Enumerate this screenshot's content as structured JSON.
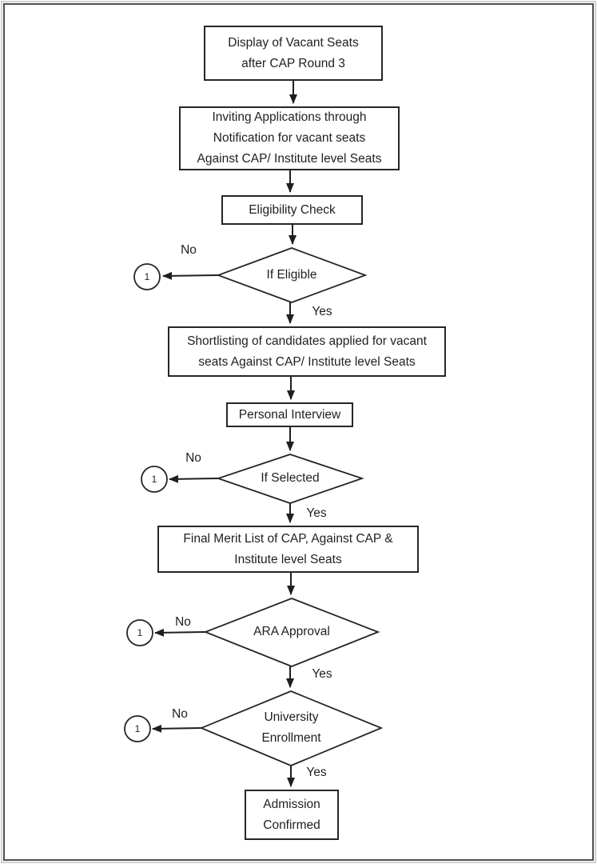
{
  "flowchart": {
    "nodes": {
      "display_vacant_seats": {
        "label": "Display of Vacant Seats\nafter CAP Round 3"
      },
      "inviting_applications": {
        "label": "Inviting Applications through\nNotification for vacant seats\nAgainst CAP/ Institute level Seats"
      },
      "eligibility_check": {
        "label": "Eligibility Check"
      },
      "if_eligible": {
        "label": "If Eligible"
      },
      "shortlisting": {
        "label": "Shortlisting of candidates applied for vacant\nseats Against CAP/ Institute level Seats"
      },
      "personal_interview": {
        "label": "Personal Interview"
      },
      "if_selected": {
        "label": "If Selected"
      },
      "final_merit_list": {
        "label": "Final Merit List of CAP, Against CAP &\nInstitute level Seats"
      },
      "ara_approval": {
        "label": "ARA Approval"
      },
      "university_enrollment": {
        "label": "University\nEnrollment"
      },
      "admission_confirmed": {
        "label": "Admission\nConfirmed"
      }
    },
    "edge_labels": {
      "yes": "Yes",
      "no": "No"
    },
    "connector_label": "1",
    "colors": {
      "line": "#1f1f1f",
      "shape_border": "#262626",
      "text": "#1f1f1f",
      "page_border": "#4f4f4f",
      "background": "#ffffff"
    }
  }
}
